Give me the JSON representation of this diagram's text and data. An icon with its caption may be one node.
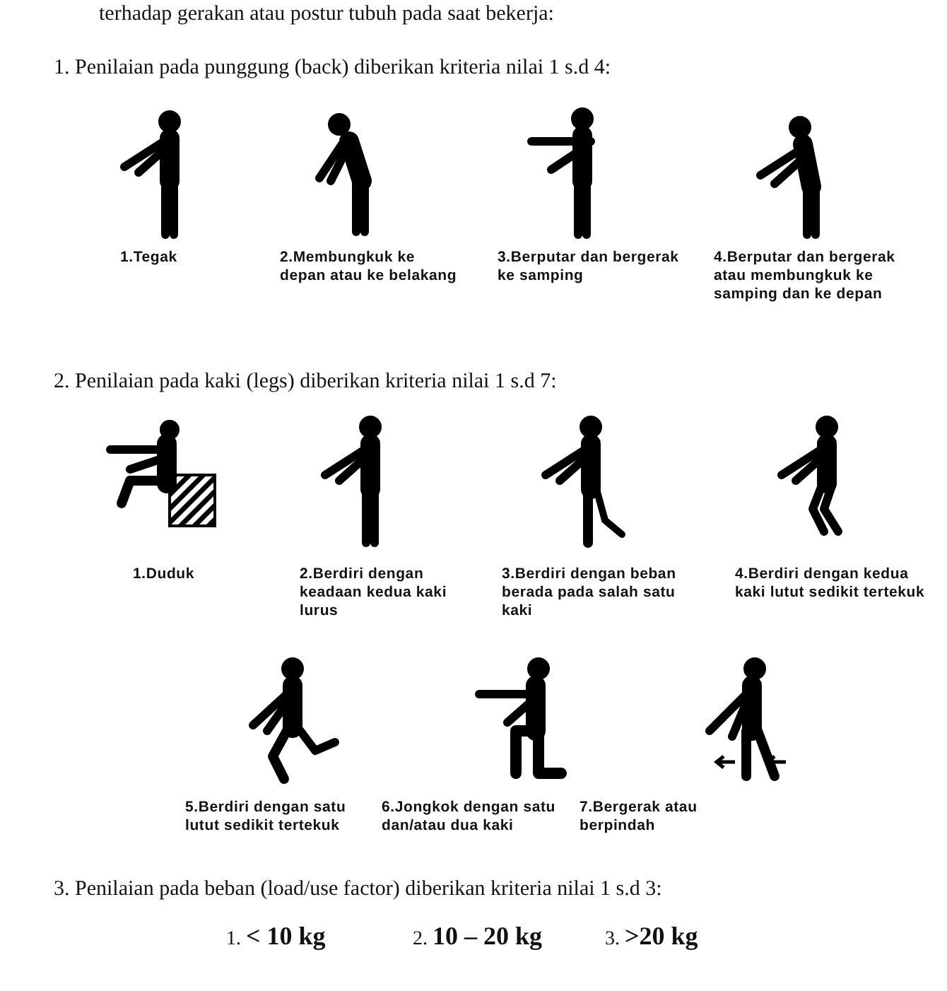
{
  "diagram": {
    "labels": [
      "terhadap gerakan atau postur tubuh pada saat bekerja:",
      "1.   Penilaian pada punggung (back) diberikan kriteria nilai 1 s.d 4:",
      "1.Tegak",
      "2.Membungkuk ke depan atau ke belakang",
      "3.Berputar dan bergerak ke samping",
      "4.Berputar dan bergerak atau membungkuk ke samping dan ke depan",
      "2.   Penilaian pada kaki (legs) diberikan kriteria nilai 1 s.d 7:",
      "1.Duduk",
      "2.Berdiri dengan keadaan kedua kaki lurus",
      "3.Berdiri dengan beban berada pada salah satu kaki",
      "4.Berdiri dengan kedua kaki lutut sedikit tertekuk",
      "5.Berdiri dengan satu lutut sedikit tertekuk",
      "6.Jongkok dengan satu dan/atau dua kaki",
      "7.Bergerak atau berpindah",
      "3.   Penilaian pada beban (load/use factor) diberikan kriteria nilai 1 s.d 3:",
      "1. **< 10 kg**",
      "2. **10 – 20 kg**",
      "3. **>20 kg**"
    ]
  }
}
